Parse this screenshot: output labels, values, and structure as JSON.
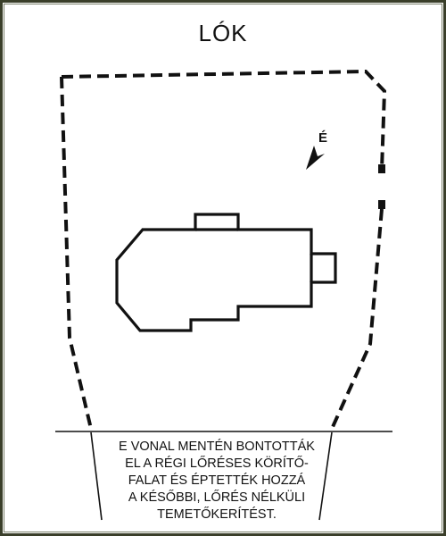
{
  "title": "LÓK",
  "north_label": "É",
  "caption": {
    "lines": [
      "E VONAL MENTÉN BONTOTTÁK",
      "EL A RÉGI LŐRÉSES KÖRÍTŐ-",
      "FALAT ÉS ÉPTETTÉK HOZZÁ",
      "A KÉSŐBBI, LŐRÉS NÉLKÜLI",
      "TEMETŐKERÍTÉST."
    ]
  },
  "colors": {
    "ink": "#111111",
    "frame": "#3a3f2a"
  }
}
